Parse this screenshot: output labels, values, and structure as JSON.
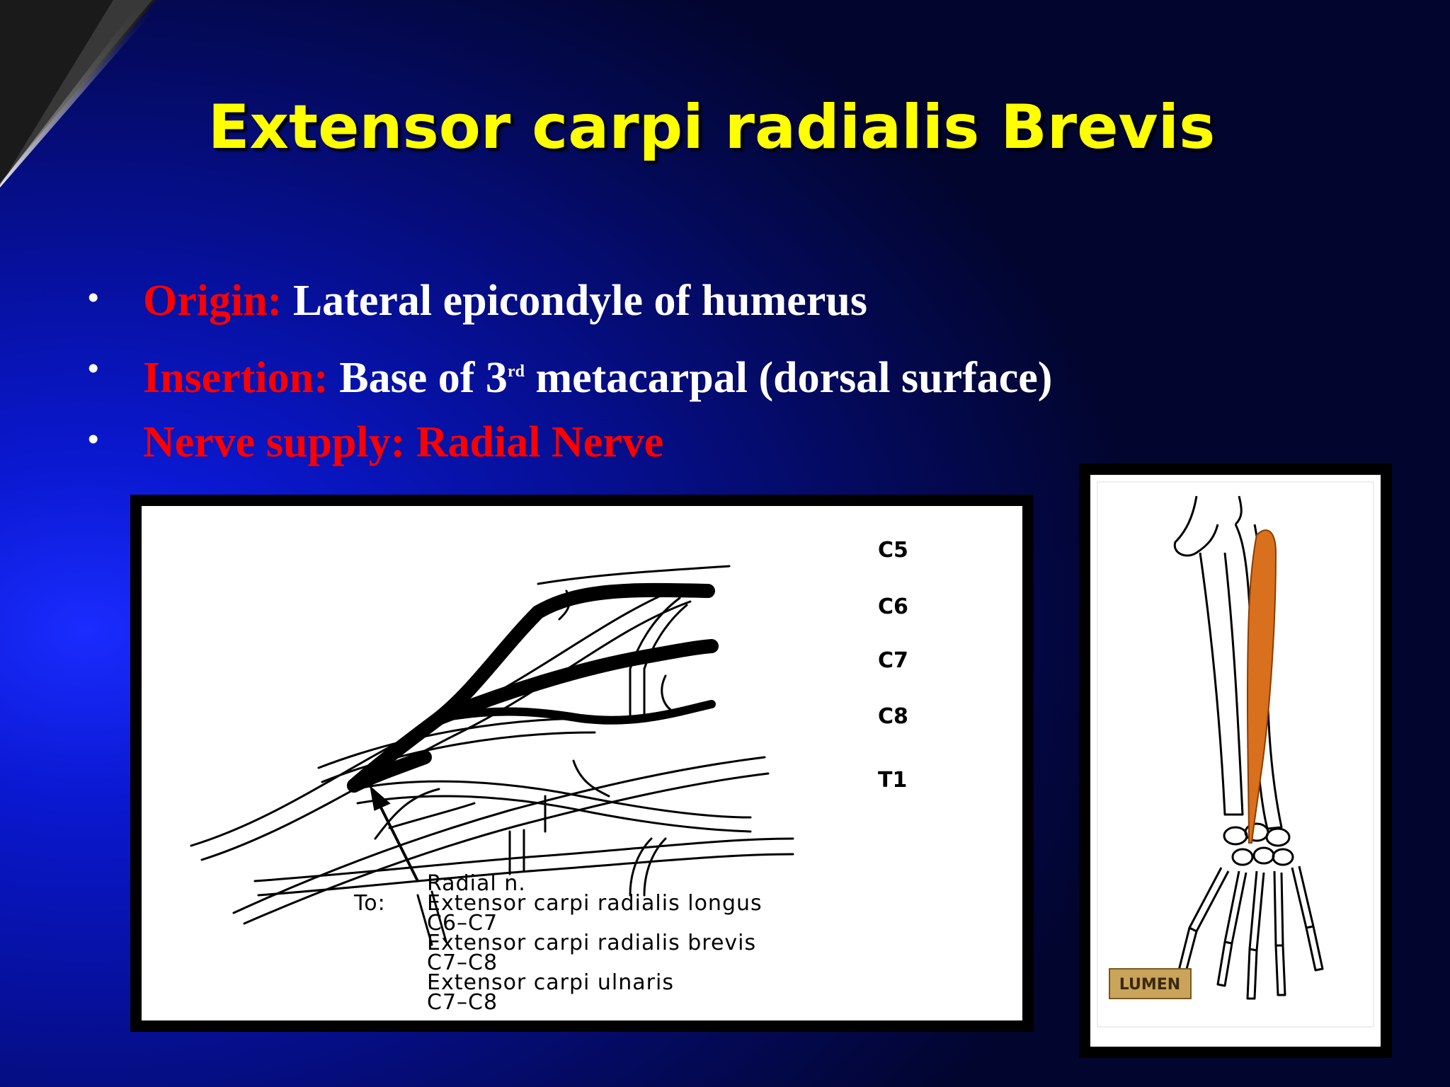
{
  "slide": {
    "title": "Extensor carpi radialis Brevis",
    "bullets": [
      {
        "label": "Origin:",
        "text": "Lateral epicondyle of humerus"
      },
      {
        "label": "Insertion:",
        "text_before": "Base of 3",
        "superscript": "rd",
        "text_after": " metacarpal (dorsal surface)"
      },
      {
        "label": "Nerve supply: Radial Nerve"
      }
    ],
    "bullet_glyph": "•"
  },
  "nerve_diagram": {
    "root_labels": [
      "C5",
      "C6",
      "C7",
      "C8",
      "T1"
    ],
    "caption_line1": "Radial n.",
    "caption_prefix": "To:",
    "caption_lines": [
      "Extensor carpi radialis longus",
      "C6–C7",
      "Extensor carpi radialis brevis",
      "C7–C8",
      "Extensor carpi ulnaris",
      "C7–C8"
    ]
  },
  "arm_image": {
    "logo_text": "LUMEN",
    "muscle_color": "#d9701e"
  },
  "colors": {
    "title": "#ffff00",
    "label": "#ff0000",
    "body_text": "#ffffff"
  }
}
